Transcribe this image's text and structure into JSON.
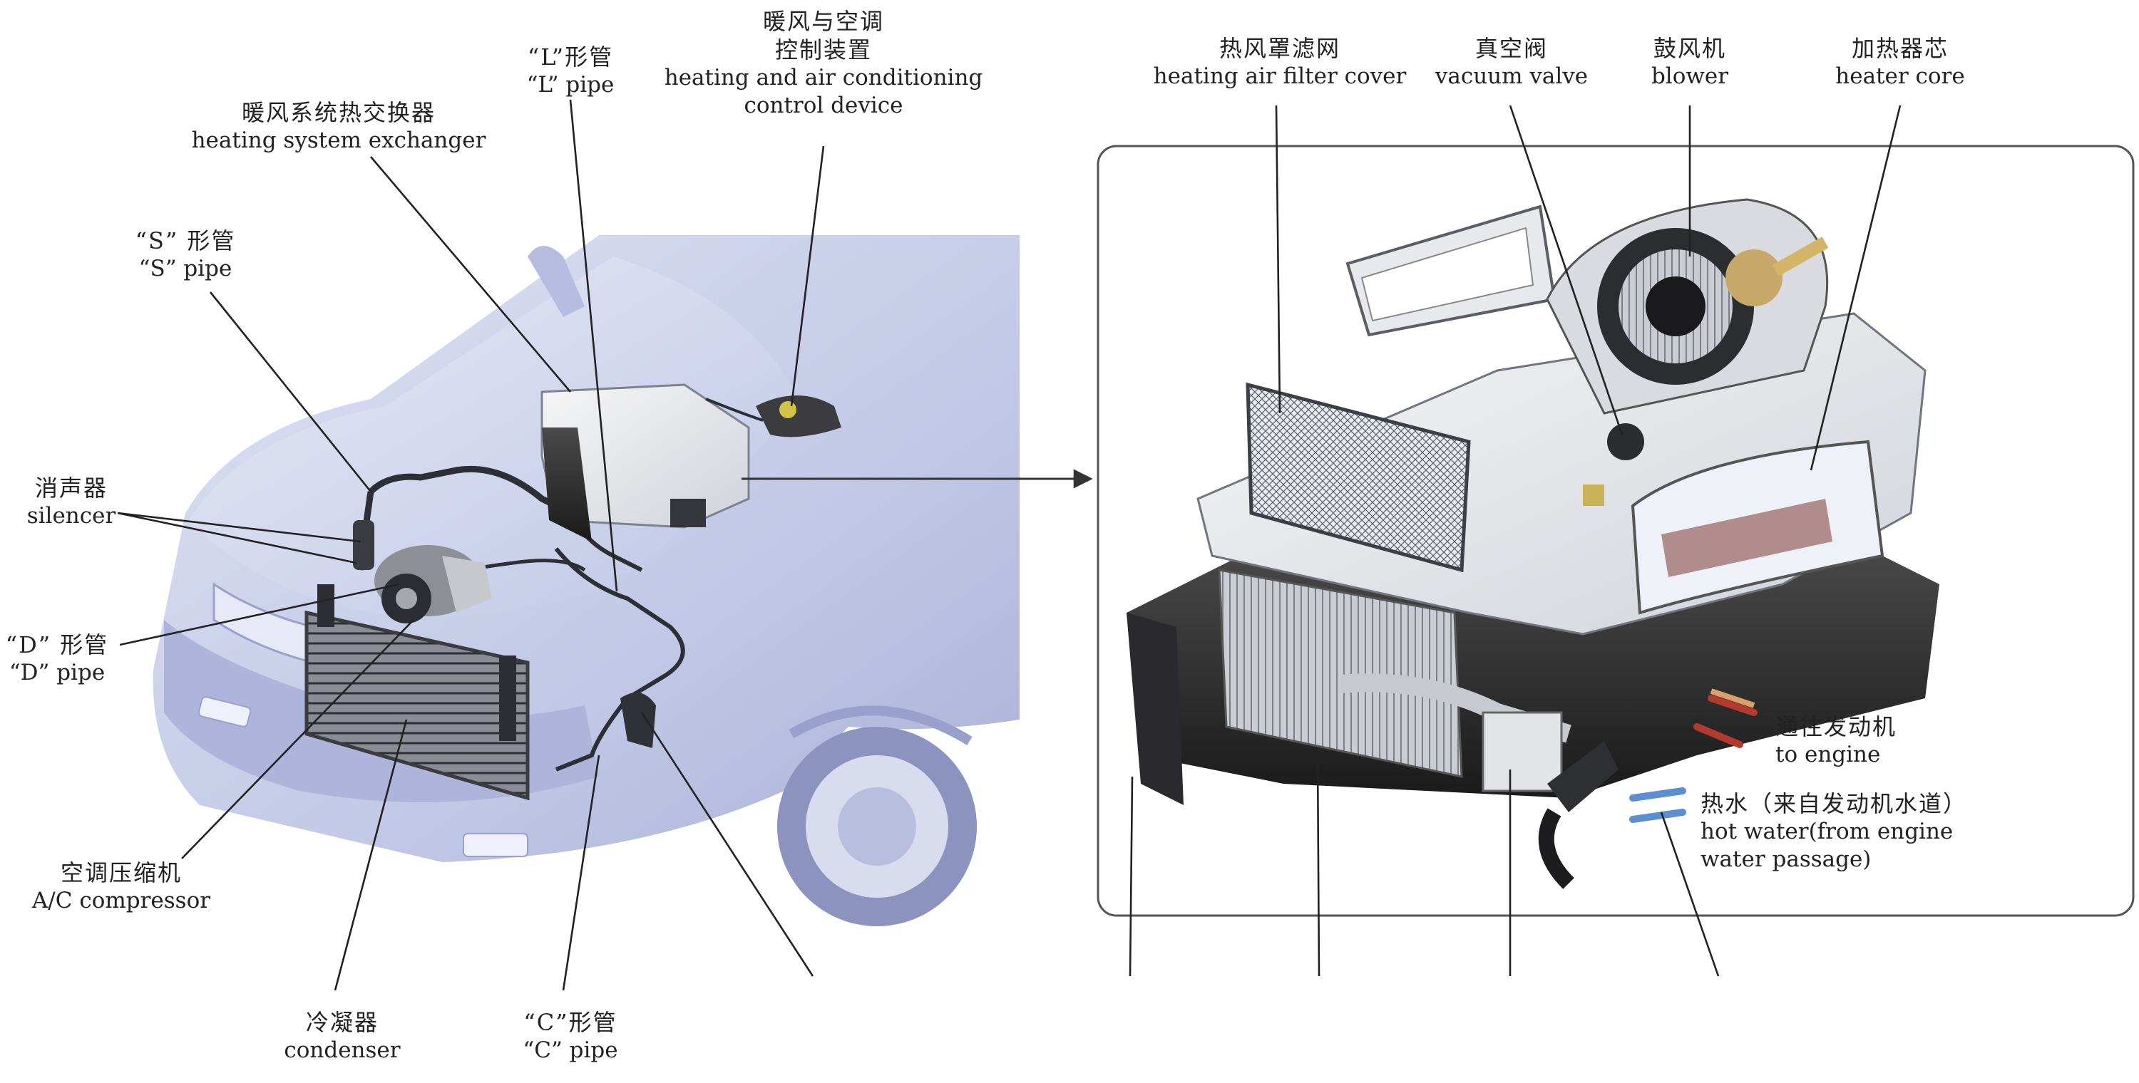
{
  "labels": {
    "l_pipe": {
      "zh": "“L”形管",
      "en": "“L” pipe"
    },
    "hac_device": {
      "zh1": "暖风与空调",
      "zh2": "控制装置",
      "en1": "heating and air conditioning",
      "en2": "control device"
    },
    "heat_exchanger": {
      "zh": "暖风系统热交换器",
      "en": "heating system exchanger"
    },
    "s_pipe": {
      "zh": "“S” 形管",
      "en": "“S” pipe"
    },
    "silencer": {
      "zh": "消声器",
      "en": "silencer"
    },
    "d_pipe": {
      "zh": "“D” 形管",
      "en": "“D” pipe"
    },
    "compressor": {
      "zh": "空调压缩机",
      "en": "A/C compressor"
    },
    "condenser": {
      "zh": "冷凝器",
      "en": "condenser"
    },
    "c_pipe": {
      "zh": "“C”形管",
      "en": "“C” pipe"
    },
    "filter_cover": {
      "zh": "热风罩滤网",
      "en": "heating air filter cover"
    },
    "vacuum_valve": {
      "zh": "真空阀",
      "en": "vacuum valve"
    },
    "blower": {
      "zh": "鼓风机",
      "en": "blower"
    },
    "heater_core": {
      "zh": "加热器芯",
      "en": "heater core"
    },
    "to_engine": {
      "zh": "通往发动机",
      "en": "to engine"
    },
    "hot_water": {
      "zh": "热水（来自发动机水道）",
      "en1": "hot water(from engine",
      "en2": "water passage)"
    }
  }
}
